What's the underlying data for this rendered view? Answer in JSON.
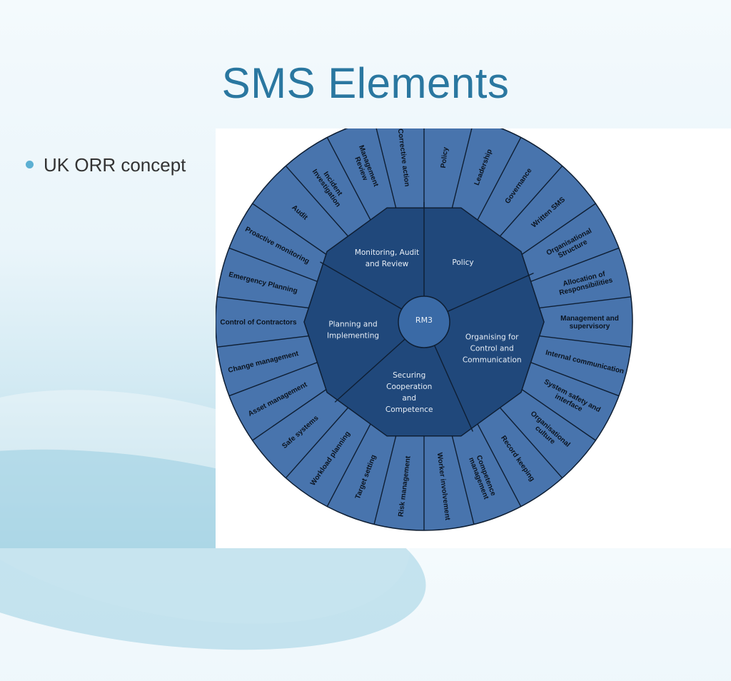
{
  "slide": {
    "title": "SMS Elements",
    "bullets": [
      "UK ORR concept"
    ]
  },
  "colors": {
    "title": "#2a77a0",
    "bullet": "#5cb0d3",
    "outer_ring": "#4874ad",
    "inner_polygon": "#20487b",
    "hub": "#3a6aa6",
    "lines": "#0e1e33"
  },
  "diagram": {
    "center": "RM3",
    "inner": [
      {
        "id": "policy",
        "lines": [
          "Policy"
        ]
      },
      {
        "id": "organising",
        "lines": [
          "Organising for",
          "Control and",
          "Communication"
        ]
      },
      {
        "id": "securing",
        "lines": [
          "Securing",
          "Cooperation",
          "and",
          "Competence"
        ]
      },
      {
        "id": "planning",
        "lines": [
          "Planning and",
          "Implementing"
        ]
      },
      {
        "id": "monitoring",
        "lines": [
          "Monitoring, Audit",
          "and Review"
        ]
      }
    ],
    "outer": [
      {
        "lines": [
          "Policy"
        ]
      },
      {
        "lines": [
          "Leadership"
        ]
      },
      {
        "lines": [
          "Governance"
        ]
      },
      {
        "lines": [
          "Written SMS"
        ]
      },
      {
        "lines": [
          "Organisational",
          "Structure"
        ]
      },
      {
        "lines": [
          "Allocation of",
          "Responsibilities"
        ]
      },
      {
        "lines": [
          "Management and",
          "supervisory"
        ]
      },
      {
        "lines": [
          "Internal communication"
        ]
      },
      {
        "lines": [
          "System safety and",
          "interface"
        ]
      },
      {
        "lines": [
          "Organisational",
          "culture"
        ]
      },
      {
        "lines": [
          "Record keeping"
        ]
      },
      {
        "lines": [
          "Competence",
          "management"
        ]
      },
      {
        "lines": [
          "Worker involvement"
        ]
      },
      {
        "lines": [
          "Risk management"
        ]
      },
      {
        "lines": [
          "Target setting"
        ]
      },
      {
        "lines": [
          "Workload planning"
        ]
      },
      {
        "lines": [
          "Safe systems"
        ]
      },
      {
        "lines": [
          "Asset management"
        ]
      },
      {
        "lines": [
          "Change management"
        ]
      },
      {
        "lines": [
          "Control of Contractors"
        ]
      },
      {
        "lines": [
          "Emergency Planning"
        ]
      },
      {
        "lines": [
          "Proactive monitoring"
        ]
      },
      {
        "lines": [
          "Audit"
        ]
      },
      {
        "lines": [
          "Incident",
          "Investigation"
        ]
      },
      {
        "lines": [
          "Management",
          "Review"
        ]
      },
      {
        "lines": [
          "Corrective action"
        ]
      }
    ]
  }
}
